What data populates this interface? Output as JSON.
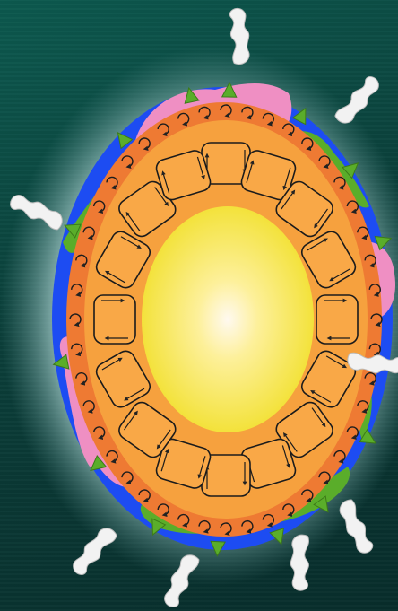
{
  "diagram": {
    "colors": {
      "background": "#0b3f3a",
      "glow": "#9fc9c9",
      "ocean": "#1d4cf2",
      "crust": "#2f5a1f",
      "continent_green": "#5aad2a",
      "continent_pink": "#ef8fc3",
      "mantle_outer": "#ee7a33",
      "mantle_inner": "#f6a13e",
      "convection_cell": "#f9a847",
      "core_center": "#fff7e6",
      "core_edge": "#f6e84a",
      "cloud": "#f2f2f2"
    },
    "icons": {
      "convection_arrow": "curved-arrow-icon",
      "volcanic_plume": "plume-cloud-icon",
      "volcano": "volcano-icon"
    },
    "counts": {
      "convection_cells": 16,
      "small_eddies": 44,
      "plumes": 8,
      "volcanoes": 14
    }
  }
}
